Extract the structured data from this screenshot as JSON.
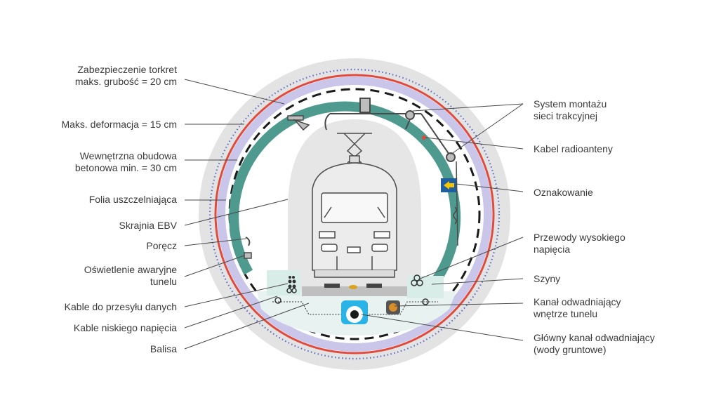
{
  "labels": {
    "torkret": "Zabezpieczenie torkret\nmaks. grubość = 20 cm",
    "deformacja": "Maks. deformacja = 15 cm",
    "obudowa": "Wewnętrzna obudowa\nbetonowa min. = 30 cm",
    "folia": "Folia uszczelniająca",
    "skrajnia": "Skrajnia EBV",
    "porecz": "Poręcz",
    "oswietlenie": "Oświetlenie awaryjne\ntunelu",
    "kable_danych": "Kable do przesyłu danych",
    "kable_niskie": "Kable niskiego napięcia",
    "balisa": "Balisa",
    "montaz": "System montażu\nsieci trakcyjnej",
    "kabel_radio": "Kabel radioanteny",
    "oznakowanie": "Oznakowanie",
    "wysokie": "Przewody wysokiego\nnapięcia",
    "szyny": "Szyny",
    "kanal_wewn": "Kanał odwadniający\nwnętrze tunelu",
    "kanal_glowny": "Główny kanał odwadniający\n(wody gruntowe)"
  },
  "colors": {
    "ground": "#e3e3e3",
    "lining_outer": "#e04a3c",
    "membrane": "#c9c6ea",
    "inner_lining": "#4f9a8f",
    "drain": "#29b3e6",
    "sign": "#1f5fa0",
    "sign_arrow": "#f5c400",
    "text": "#3a3a3a"
  },
  "icons": [
    "train-icon",
    "pantograph-icon",
    "catenary-support-icon",
    "lamp-icon",
    "handrail-icon",
    "cable-tray-icon",
    "sign-arrow-icon",
    "drain-pipe-icon",
    "balise-icon",
    "rail-icon"
  ]
}
